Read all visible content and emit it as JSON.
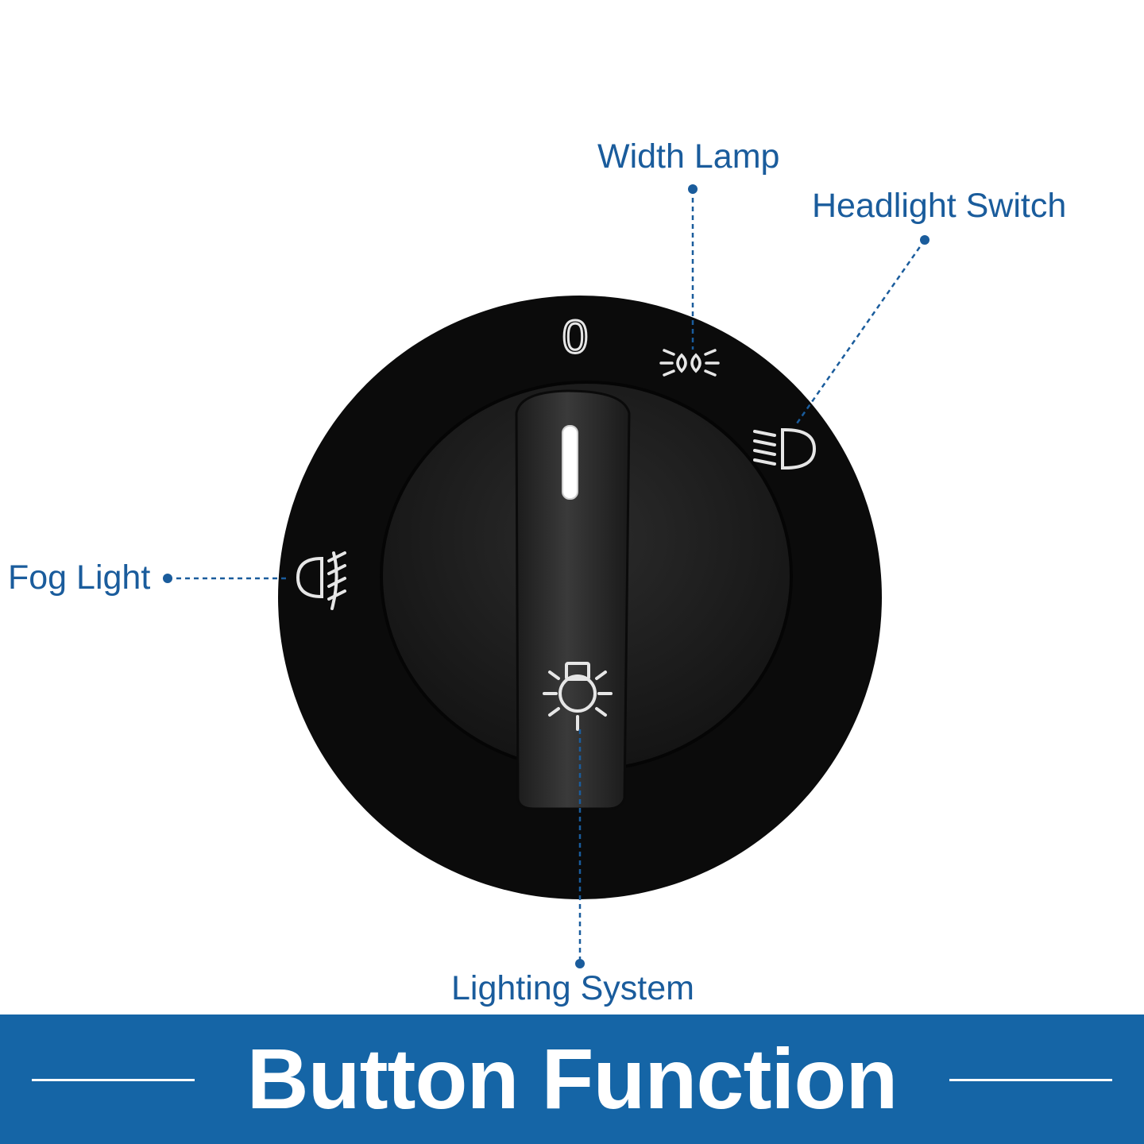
{
  "callouts": {
    "width_lamp": "Width Lamp",
    "headlight_switch": "Headlight Switch",
    "fog_light": "Fog Light",
    "lighting_system": "Lighting System"
  },
  "dial": {
    "off_mark": "0"
  },
  "banner": {
    "title": "Button Function"
  },
  "colors": {
    "accent_blue": "#1565a6",
    "callout_text": "#1a5c9c",
    "dial_black": "#0b0b0b",
    "symbol_white": "#e6e6e6"
  }
}
